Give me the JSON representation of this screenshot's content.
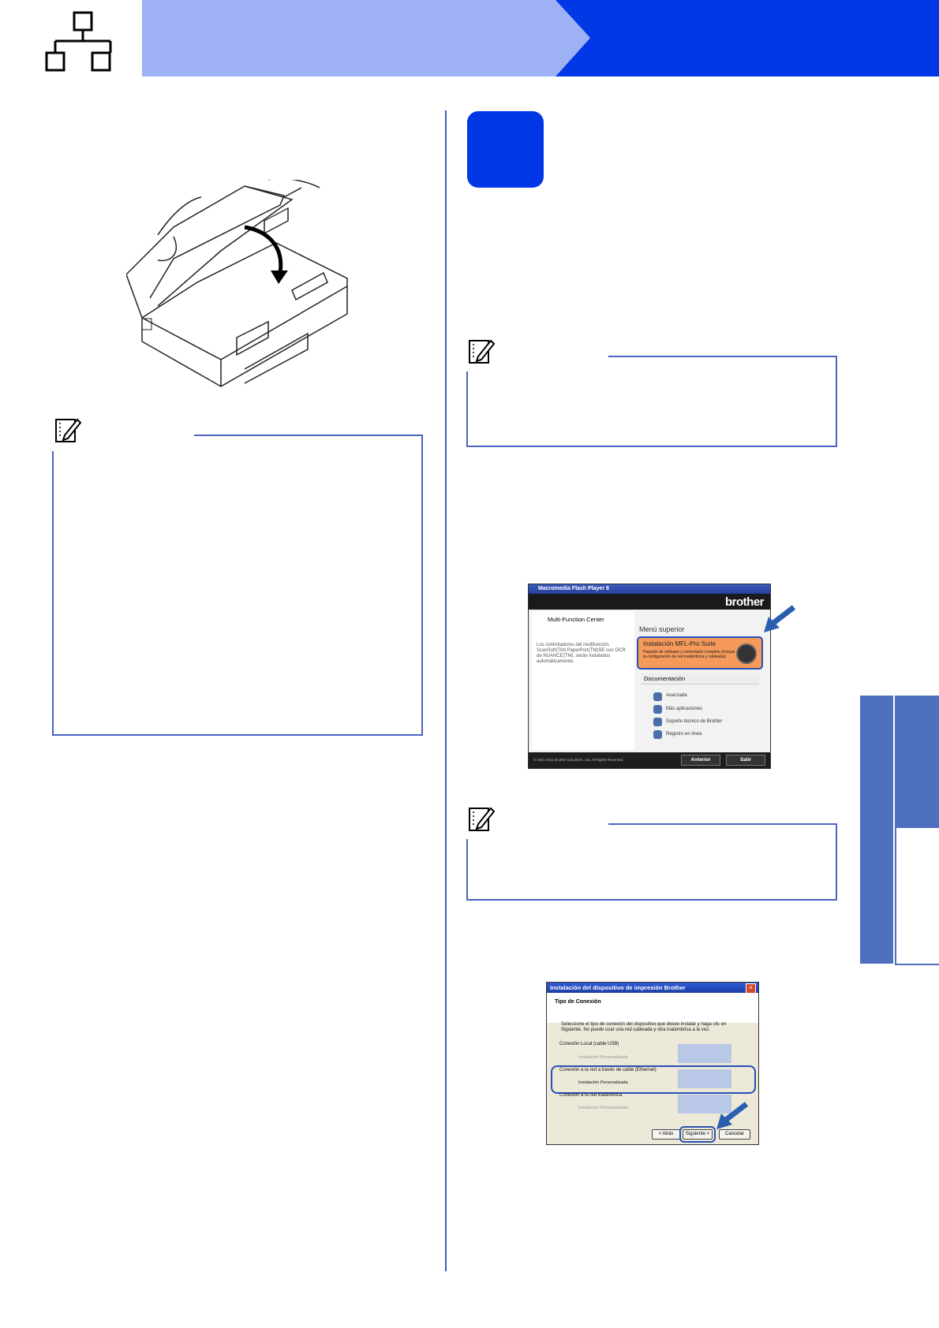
{
  "colors": {
    "header_light": "#9db1f4",
    "header_dark": "#0038e6",
    "step_box": "#0038e6",
    "note_border": "#4a64c4",
    "side_tab": "#4f6fbf"
  },
  "header": {
    "icon": "network-icon"
  },
  "note_icons": [
    "note-pencil-icon",
    "note-pencil-icon",
    "note-pencil-icon"
  ],
  "screenshot_menu": {
    "window_title": "Macromedia Flash Player 8",
    "brand": "brother",
    "app_name": "Multi-Function Center",
    "description": "Los controladores del multifunción, ScanSoft(TM) PaperPort(TM)SE con OCR de NUANCE(TM), serán instalados automáticamente.",
    "menu_title": "Menú superior",
    "mfl_title": "Instalación MFL-Pro Suite",
    "mfl_subtitle": "Paquete de software y controlador completo (incluye la configuración de red inalámbrica y cableada)",
    "documentation": "Documentación",
    "items": [
      "Avanzada",
      "Más aplicaciones",
      "Soporte técnico de Brother",
      "Registro en línea"
    ],
    "copyright": "© 2001-2011 Brother Industries, Ltd. All Rights Reserved.",
    "btn_back": "Anterior",
    "btn_exit": "Salir"
  },
  "screenshot_install": {
    "window_title": "Instalación del dispositivo de impresión Brother",
    "section_title": "Tipo de Conexión",
    "description": "Seleccione el tipo de conexión del dispositivo que desee instalar y haga clic en Siguiente. No puede usar una red cableada y otra inalámbrica a la vez.",
    "options": [
      {
        "label": "Conexión Local (cable USB)",
        "sub": "Instalación Personalizada"
      },
      {
        "label": "Conexión a la red a través de cable (Ethernet)",
        "sub": "Instalación Personalizada"
      },
      {
        "label": "Conexión a la red inalámbrica",
        "sub": "Instalación Personalizada"
      }
    ],
    "btn_back": "< Atrás",
    "btn_next": "Siguiente >",
    "btn_cancel": "Cancelar"
  }
}
